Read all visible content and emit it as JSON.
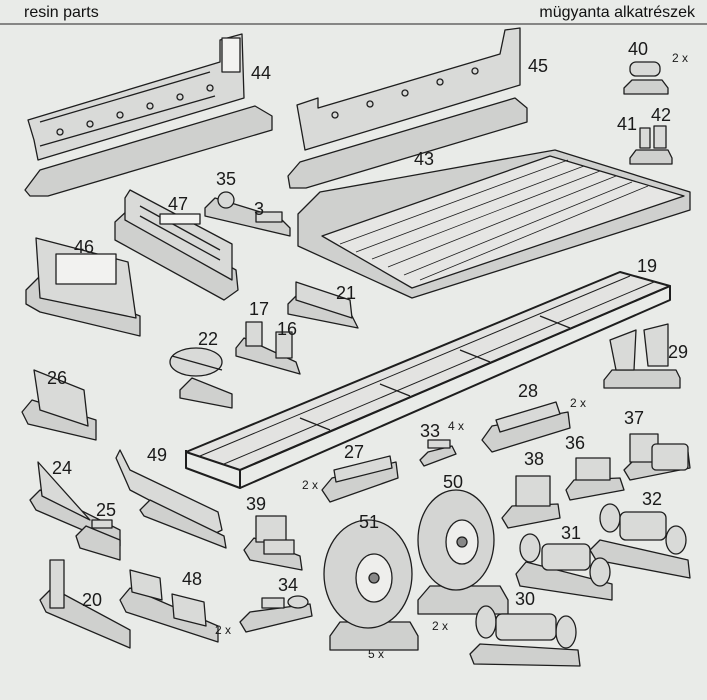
{
  "header": {
    "left": "resin parts",
    "right": "mügyanta alkatrészek"
  },
  "parts": [
    {
      "id": "44",
      "number": "44"
    },
    {
      "id": "45",
      "number": "45"
    },
    {
      "id": "40",
      "number": "40",
      "qty": "2 x"
    },
    {
      "id": "41",
      "number": "41"
    },
    {
      "id": "42",
      "number": "42"
    },
    {
      "id": "43",
      "number": "43"
    },
    {
      "id": "35",
      "number": "35"
    },
    {
      "id": "3",
      "number": "3"
    },
    {
      "id": "47",
      "number": "47"
    },
    {
      "id": "46",
      "number": "46"
    },
    {
      "id": "19",
      "number": "19"
    },
    {
      "id": "21",
      "number": "21"
    },
    {
      "id": "17",
      "number": "17"
    },
    {
      "id": "16",
      "number": "16"
    },
    {
      "id": "22",
      "number": "22"
    },
    {
      "id": "29",
      "number": "29"
    },
    {
      "id": "26",
      "number": "26"
    },
    {
      "id": "28",
      "number": "28",
      "qty": "2 x"
    },
    {
      "id": "33",
      "number": "33",
      "qty": "4 x"
    },
    {
      "id": "37",
      "number": "37"
    },
    {
      "id": "36",
      "number": "36"
    },
    {
      "id": "27",
      "number": "27",
      "qty": "2 x"
    },
    {
      "id": "24",
      "number": "24"
    },
    {
      "id": "49",
      "number": "49"
    },
    {
      "id": "38",
      "number": "38"
    },
    {
      "id": "50",
      "number": "50",
      "qty": "2 x"
    },
    {
      "id": "32",
      "number": "32"
    },
    {
      "id": "25",
      "number": "25"
    },
    {
      "id": "39",
      "number": "39"
    },
    {
      "id": "51",
      "number": "51",
      "qty": "5 x"
    },
    {
      "id": "31",
      "number": "31"
    },
    {
      "id": "20",
      "number": "20"
    },
    {
      "id": "48",
      "number": "48",
      "qty": "2 x"
    },
    {
      "id": "34",
      "number": "34"
    },
    {
      "id": "30",
      "number": "30"
    }
  ]
}
